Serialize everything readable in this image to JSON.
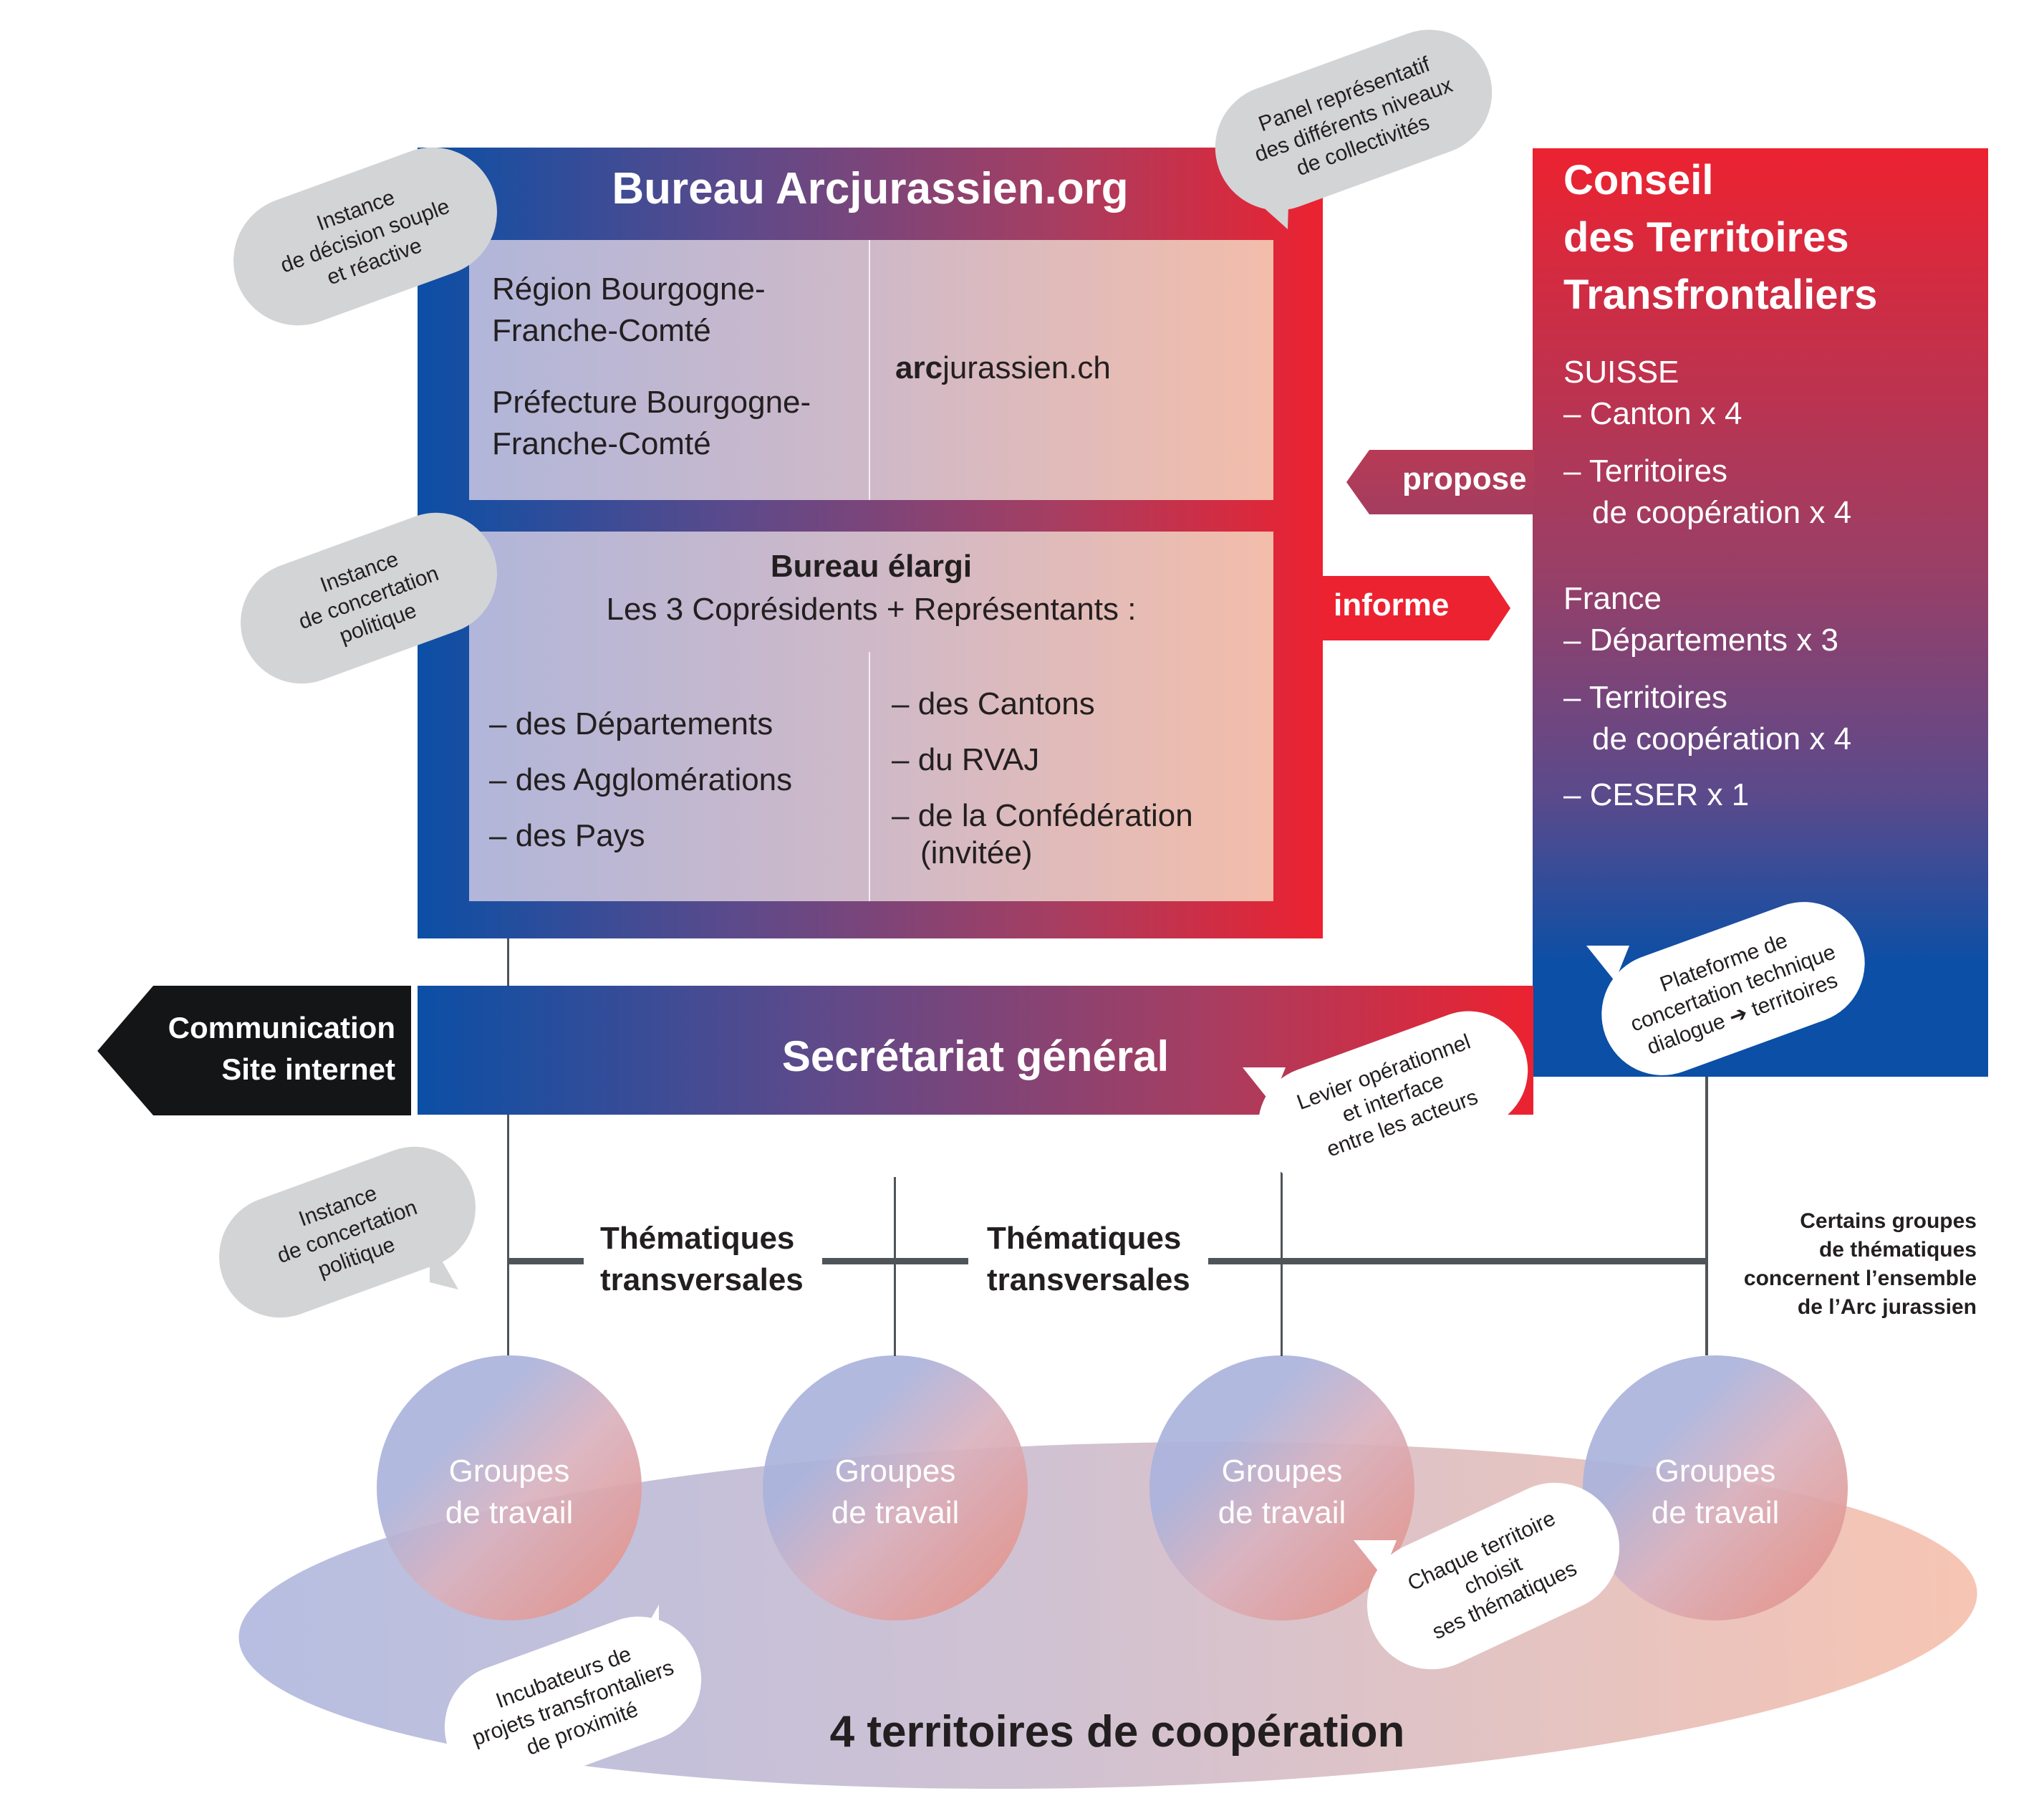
{
  "colors": {
    "blue": "#0b4fa6",
    "red": "#ec2230",
    "purple": "#5c4a8b",
    "bubble_grey": "#d3d4d6",
    "line_grey": "#4f5459",
    "black_arrow": "#141516",
    "text_dark": "#231f20"
  },
  "bureau": {
    "title": "Bureau Arcjurassien.org",
    "panel1": {
      "left": [
        [
          "Région Bourgogne-",
          "Franche-Comté"
        ],
        [
          "Préfecture Bourgogne-",
          "Franche-Comté"
        ]
      ],
      "right_bold": "arc",
      "right_rest": "jurassien.ch"
    },
    "panel2": {
      "title": "Bureau élargi",
      "subtitle": "Les 3 Coprésidents + Représentants :",
      "left_items": [
        "– des Départements",
        "– des Agglomérations",
        "– des Pays"
      ],
      "right_items": [
        "– des Cantons",
        "– du RVAJ",
        "– de la Confédération",
        "(invitée)"
      ]
    }
  },
  "conseil": {
    "title_lines": [
      "Conseil",
      "des Territoires",
      "Transfrontaliers"
    ],
    "suisse": {
      "heading": "SUISSE",
      "items": [
        "– Canton x 4",
        "– Territoires",
        "de coopération x 4"
      ]
    },
    "france": {
      "heading": "France",
      "items": [
        "– Départements x 3",
        "– Territoires",
        "de coopération x 4",
        "– CESER x 1"
      ]
    }
  },
  "arrows": {
    "propose": "propose",
    "informe": "informe",
    "communication": [
      "Communication",
      "Site internet"
    ]
  },
  "secretariat": {
    "label": "Secrétariat général"
  },
  "thematiques": [
    [
      "Thématiques",
      "transversales"
    ],
    [
      "Thématiques",
      "transversales"
    ]
  ],
  "right_note": [
    "Certains groupes",
    "de thématiques",
    "concernent l’ensemble",
    "de l’Arc jurassien"
  ],
  "groups": [
    [
      "Groupes",
      "de travail"
    ],
    [
      "Groupes",
      "de travail"
    ],
    [
      "Groupes",
      "de travail"
    ],
    [
      "Groupes",
      "de travail"
    ]
  ],
  "territoires_label": "4 territoires de coopération",
  "bubbles": {
    "decision": [
      "Instance",
      "de décision souple",
      "et réactive"
    ],
    "panel": [
      "Panel représentatif",
      "des différents niveaux",
      "de collectivités"
    ],
    "concertation_1": [
      "Instance",
      "de concertation",
      "politique"
    ],
    "concertation_2": [
      "Instance",
      "de concertation",
      "politique"
    ],
    "plateforme": [
      "Plateforme de",
      "concertation technique"
    ],
    "plateforme_flow": {
      "from": "dialogue",
      "arrow": "➔",
      "to": "territoires"
    },
    "levier": [
      "Levier opérationnel",
      "et interface",
      "entre les acteurs"
    ],
    "chaque": [
      "Chaque territoire",
      "choisit",
      "ses thématiques"
    ],
    "incubateurs": [
      "Incubateurs de",
      "projets transfrontaliers",
      "de proximité"
    ]
  }
}
